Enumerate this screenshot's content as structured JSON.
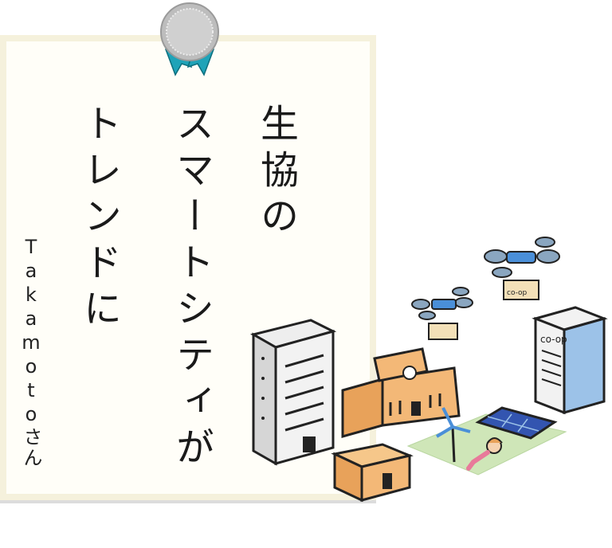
{
  "poem": {
    "line1": "生協の",
    "line2": "スマートシティが",
    "line3": "トレンドに"
  },
  "author": "Takamotoさん",
  "illustration": {
    "drone_label": "co-op",
    "building_label": "co-op"
  },
  "colors": {
    "card_bg": "#fffef8",
    "card_border": "#f5f1dc",
    "medal_silver": "#c9c9c9",
    "ribbon": "#1fa3b8",
    "drone_blue": "#4a8fd8",
    "school_orange": "#e8a25a",
    "grass": "#cfe6b8",
    "solar_blue": "#3355b0"
  }
}
